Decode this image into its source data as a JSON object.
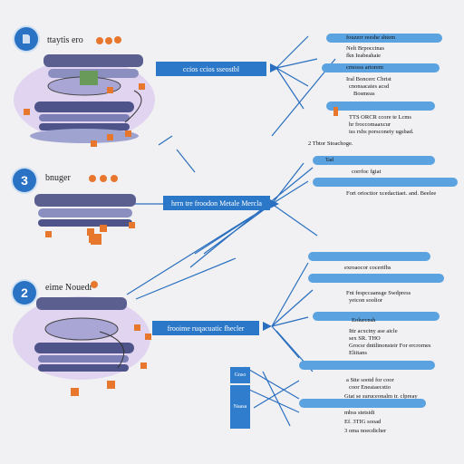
{
  "steps": [
    {
      "number": "",
      "title": "ttaytis ero"
    },
    {
      "number": "3",
      "title": "bnuger"
    },
    {
      "number": "2",
      "title": "eime Nouedr"
    }
  ],
  "banners": [
    "ccios ccios sseostbl",
    "hrrn tre froodon Metale Mercla",
    "frooime ruqacuatic fhecler"
  ],
  "section1": {
    "pill_1": "",
    "text_1": "fouzerr reeshe shtem",
    "text_2": "Nelt Brpoccinas",
    "text_3": "fkn Ieabeahaie",
    "pill_2": "",
    "text_4": "crnosss artorem",
    "text_5": "Iral Boncerc Cbrist",
    "text_6": "cnonsacaies acsd",
    "text_7": "Bosmeas",
    "text_8": "TTS ORCR ccore te Lcms",
    "text_9": "hr froccomaaxcur",
    "text_10": "iss rxbs porsconeiy ugsbad.",
    "text_11": "2 Tbtor Stoachoge."
  },
  "section2": {
    "pill_1": "Tad",
    "text_1": "corrfoc fgiat",
    "text_2": "Fort orioctior xcedactiaet. and. Beelee"
  },
  "section3": {
    "text_1": "exroaocor cocertfhs",
    "text_2": "Fnt fespccaansge Swdpress",
    "text_3": "yeicon soolior",
    "text_4": "Eolurcnsh",
    "text_5": "Ittr acxciny ase aicle",
    "text_6": "sex SR. THO",
    "text_7": "Grocsr dnttlinonsteir For ercrornes",
    "text_8": "Eliitans",
    "text_9": "a Stte sootd for coor",
    "text_10": "coor Eneaiaecstio",
    "text_11": "Gtat se suruceonalm tr. clpreay",
    "text_12": "mbss stetsidi",
    "text_13": "Ef. 3TIG sooad",
    "text_14": "3 oma noecdicher"
  },
  "side_box": {
    "line_1": "Gnso",
    "line_2": "Naasa"
  },
  "colors": {
    "accent": "#2c78c8",
    "pill": "#5ba3e0",
    "orange": "#e8772e",
    "purple": "#8a72c8"
  }
}
